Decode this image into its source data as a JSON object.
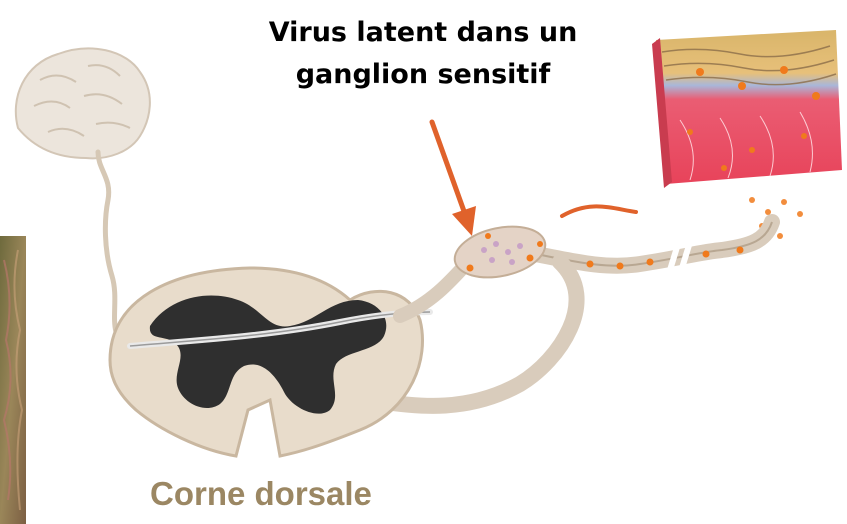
{
  "annotation": {
    "line1": "Virus latent dans un",
    "line2": "ganglion sensitif"
  },
  "structure_label": "Corne dorsale",
  "colors": {
    "arrow": "#e0622b",
    "bottom_label": "#9b8763",
    "tissue": "#e8dccb",
    "grey_matter": "#2f2f2f",
    "virus": "#f07a1c"
  },
  "parts": [
    "brain",
    "spinal-cord-section",
    "dorsal-root-ganglion",
    "sensory-nerve",
    "skin-block",
    "micrograph-strip"
  ]
}
